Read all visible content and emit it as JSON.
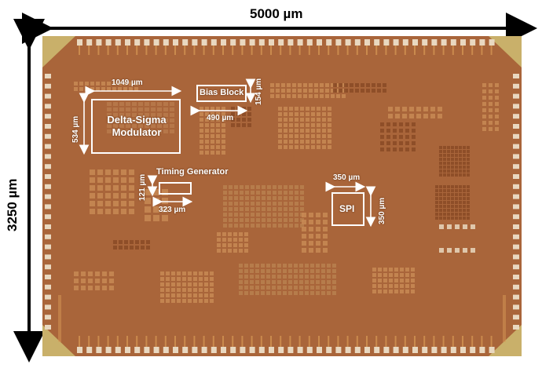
{
  "dimensions": {
    "width_label": "5000 µm",
    "height_label": "3250 µm"
  },
  "blocks": {
    "delta_sigma": {
      "label": "Delta-Sigma Modulator",
      "width": "1049 µm",
      "height": "534 µm"
    },
    "bias_block": {
      "label": "Bias Block",
      "width": "490 µm",
      "height": "154 µm"
    },
    "timing_generator": {
      "label": "Timing Generator",
      "width": "323 µm",
      "height": "121 µm"
    },
    "spi": {
      "label": "SPI",
      "width": "350 µm",
      "height": "350 µm"
    }
  },
  "colors": {
    "die": "#a9653a",
    "pad": "#e9d8c0",
    "corner": "#c9b06a",
    "annotation": "#ffffff"
  }
}
